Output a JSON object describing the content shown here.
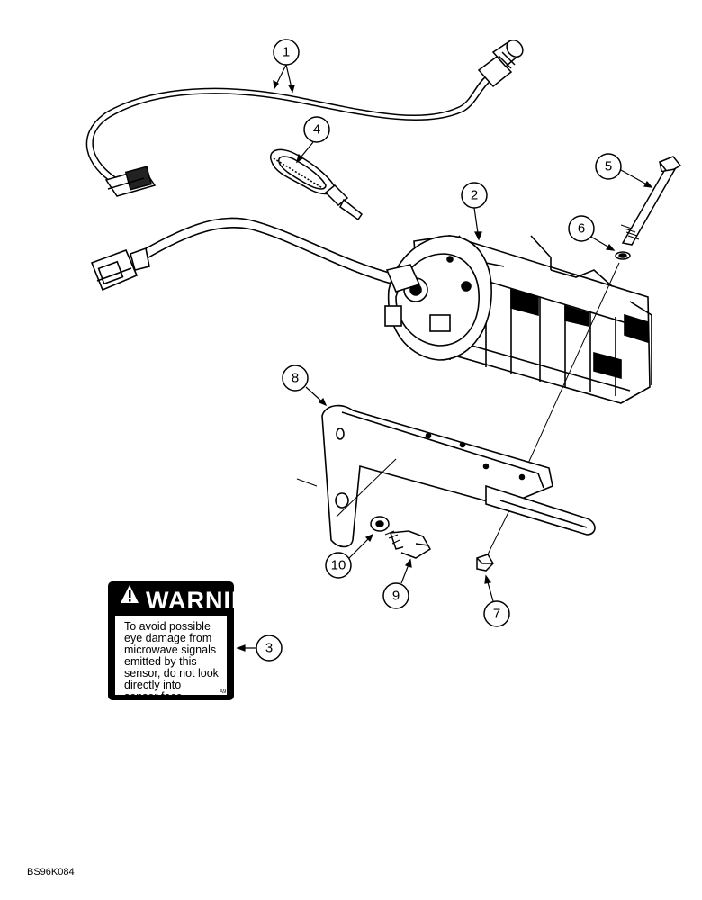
{
  "callouts": [
    "1",
    "2",
    "3",
    "4",
    "5",
    "6",
    "7",
    "8",
    "9",
    "10"
  ],
  "warning_label": {
    "title": "WARNING",
    "icon": "warning-triangle-icon",
    "lines": [
      "To avoid possible",
      "eye damage from",
      "microwave signals",
      "emitted by this",
      "sensor, do not look",
      "directly into",
      "sensor face."
    ],
    "code": "A9"
  },
  "reference_code": "BS96K084"
}
